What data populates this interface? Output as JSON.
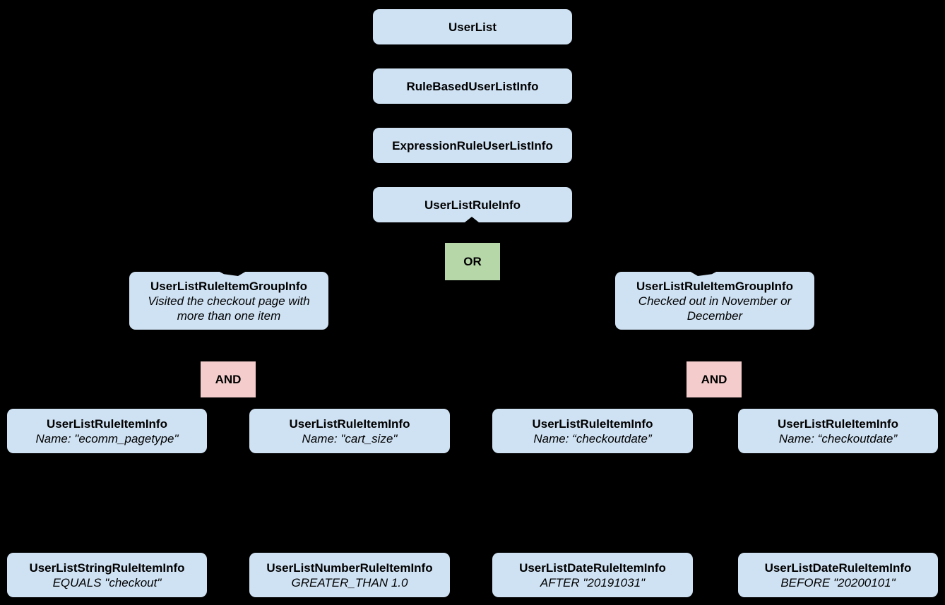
{
  "colors": {
    "node_fill": "#cfe2f3",
    "or_fill": "#b6d7a8",
    "and_fill": "#f4cccc",
    "text_color": "#000000",
    "bg_color": "#000000"
  },
  "diagram": {
    "stack": [
      {
        "title": "UserList"
      },
      {
        "title": "RuleBasedUserListInfo"
      },
      {
        "title": "ExpressionRuleUserListInfo"
      },
      {
        "title": "UserListRuleInfo"
      }
    ],
    "or_operator": {
      "label": "OR"
    },
    "groups": [
      {
        "title": "UserListRuleItemGroupInfo",
        "subtitle": "Visited the checkout page with more than one item"
      },
      {
        "title": "UserListRuleItemGroupInfo",
        "subtitle": "Checked out in November or December"
      }
    ],
    "and_operators": [
      {
        "label": "AND"
      },
      {
        "label": "AND"
      }
    ],
    "rule_items": [
      {
        "title": "UserListRuleItemInfo",
        "subtitle": "Name: \"ecomm_pagetype\""
      },
      {
        "title": "UserListRuleItemInfo",
        "subtitle": "Name: \"cart_size\""
      },
      {
        "title": "UserListRuleItemInfo",
        "subtitle": "Name: “checkoutdate”"
      },
      {
        "title": "UserListRuleItemInfo",
        "subtitle": "Name: “checkoutdate”"
      }
    ],
    "leaf_items": [
      {
        "title": "UserListStringRuleItemInfo",
        "subtitle": "EQUALS \"checkout\""
      },
      {
        "title": "UserListNumberRuleItemInfo",
        "subtitle": "GREATER_THAN 1.0"
      },
      {
        "title": "UserListDateRuleItemInfo",
        "subtitle": "AFTER \"20191031\""
      },
      {
        "title": "UserListDateRuleItemInfo",
        "subtitle": "BEFORE \"20200101\""
      }
    ]
  }
}
